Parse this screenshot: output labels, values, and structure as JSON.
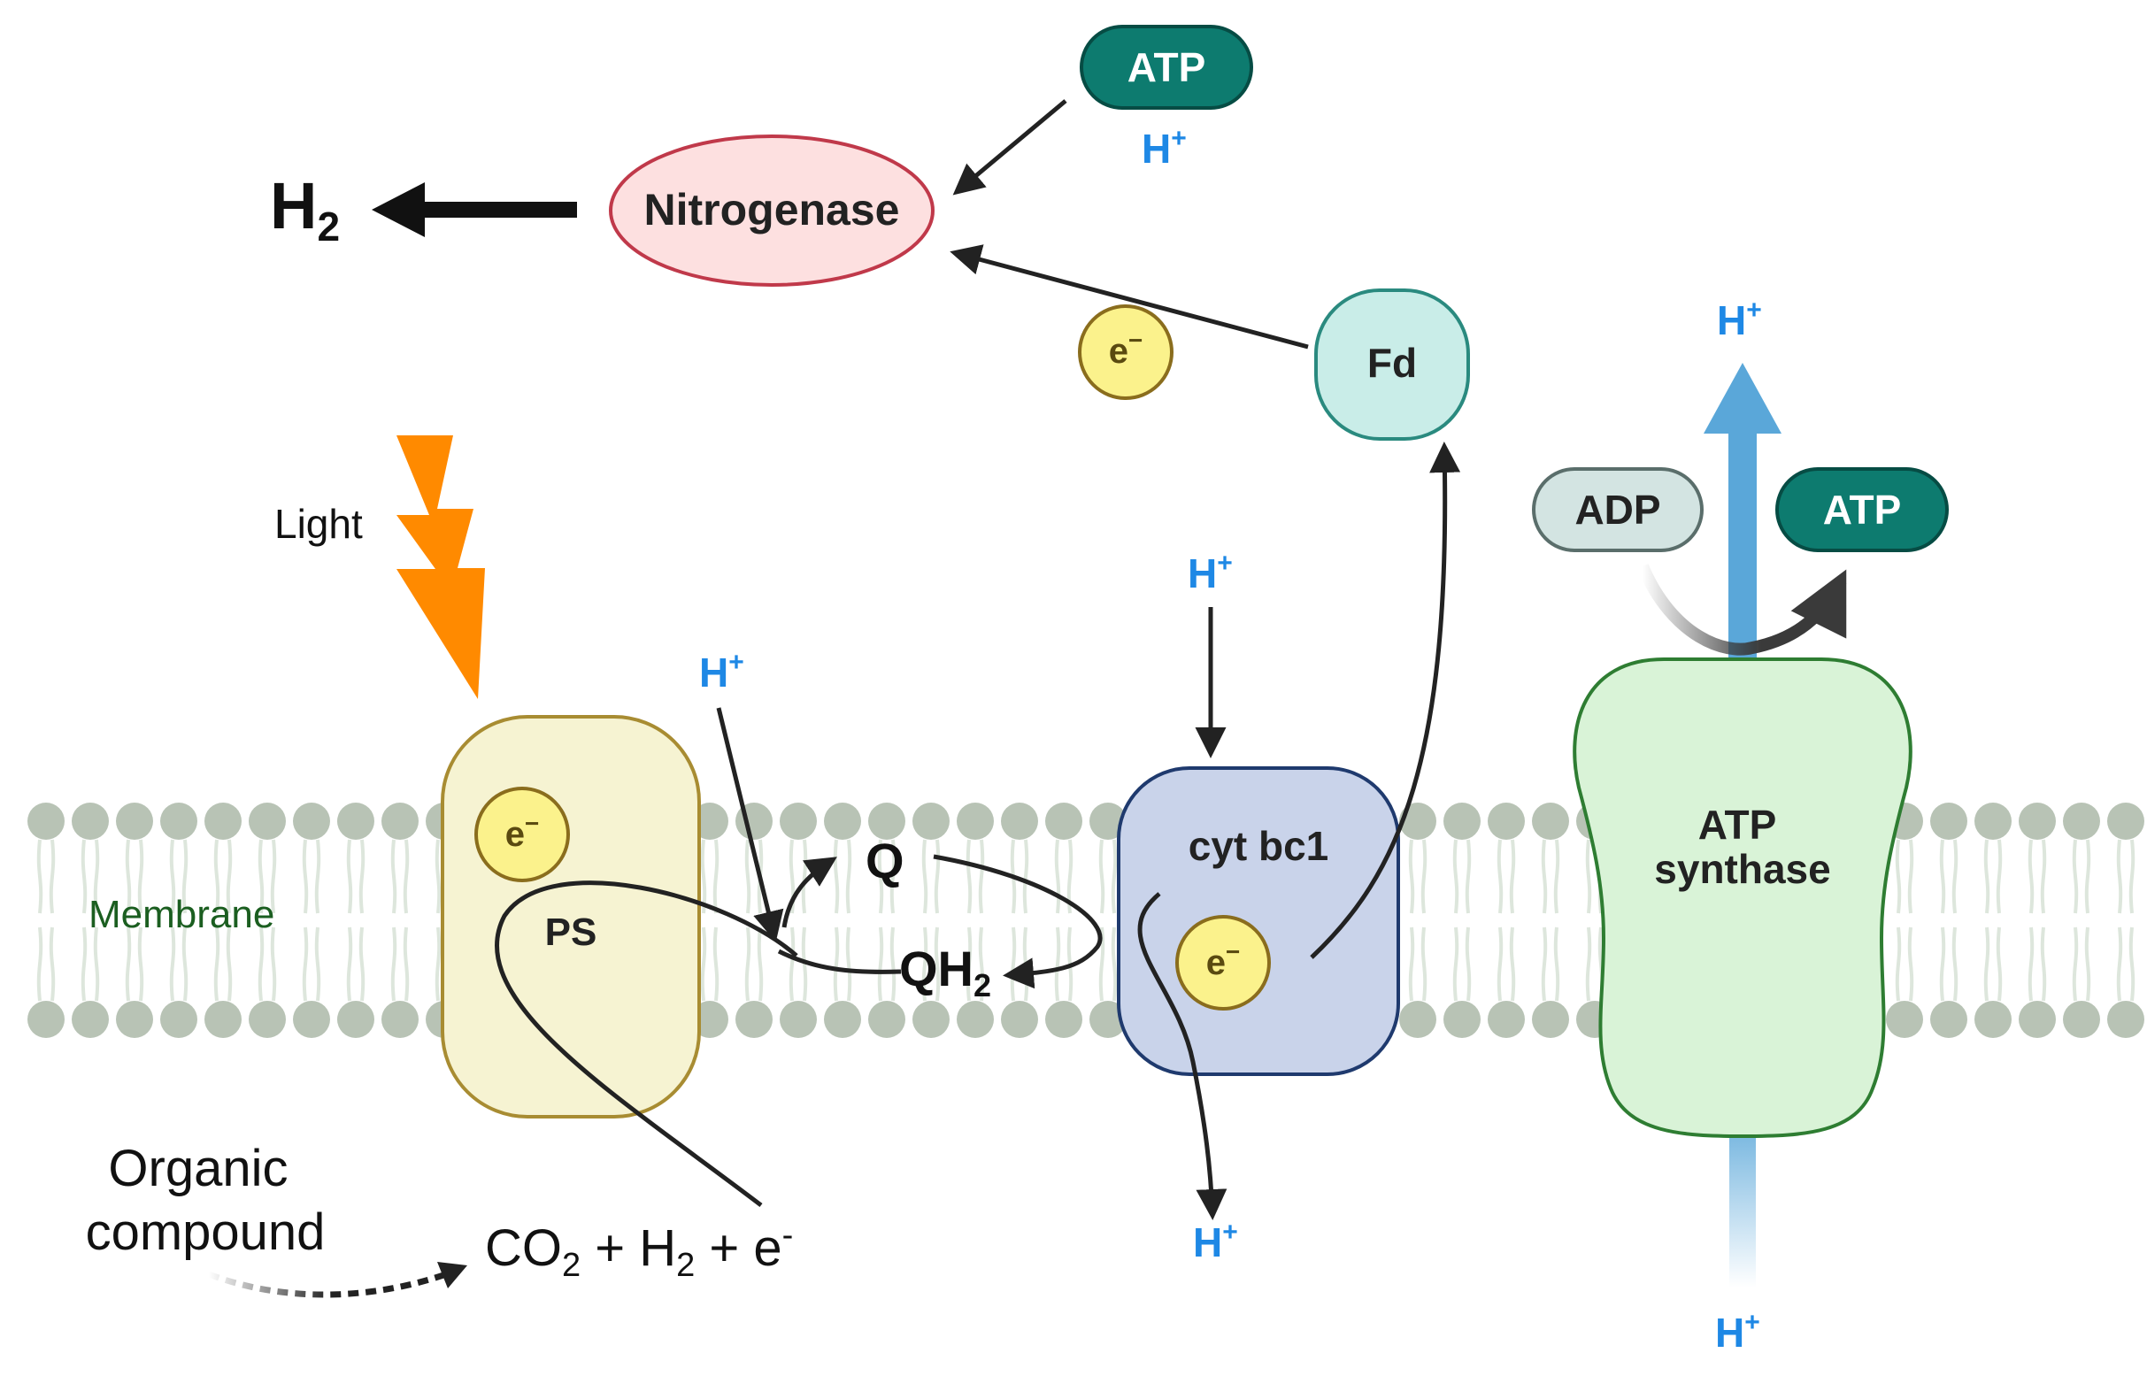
{
  "colors": {
    "proton": "#1e88e5",
    "atp_fill": "#0d7b6f",
    "adp_fill": "#d3e4e2",
    "nitrogenase_fill": "#fde0e0",
    "nitrogenase_stroke": "#c0394a",
    "fd_fill": "#c9ede8",
    "fd_stroke": "#2a8a7f",
    "ps_fill": "#f6f3d2",
    "ps_stroke": "#a88c32",
    "cyt_fill": "#c9d3ea",
    "cyt_stroke": "#1f3a6e",
    "atp_synthase_fill": "#d9f3d7",
    "atp_synthase_stroke": "#2e7d32",
    "electron_fill": "#fbf28c",
    "electron_stroke": "#8a6d1d",
    "lipid_head": "#b8c3b5",
    "lightning": "#ff8a00",
    "membrane_label": "#1b5e20",
    "proton_channel": "#5aa7d9"
  },
  "labels": {
    "h2_main": "H",
    "h2_main_sub": "2",
    "nitrogenase": "Nitrogenase",
    "atp_top": "ATP",
    "h_plus_base": "H",
    "h_plus_sup": "+",
    "electron_base": "e",
    "electron_sup": "−",
    "fd": "Fd",
    "light": "Light",
    "membrane": "Membrane",
    "ps": "PS",
    "q": "Q",
    "qh2_base": "QH",
    "qh2_sub": "2",
    "cyt": "cyt bc1",
    "atp_synthase_line1": "ATP",
    "atp_synthase_line2": "synthase",
    "adp": "ADP",
    "atp_right": "ATP",
    "organic_line1": "Organic",
    "organic_line2": "compound",
    "equation_co": "CO",
    "equation_sub2a": "2",
    "equation_plus_h": " + H",
    "equation_sub2b": "2",
    "equation_plus_e": " + e",
    "equation_sup": "-"
  }
}
